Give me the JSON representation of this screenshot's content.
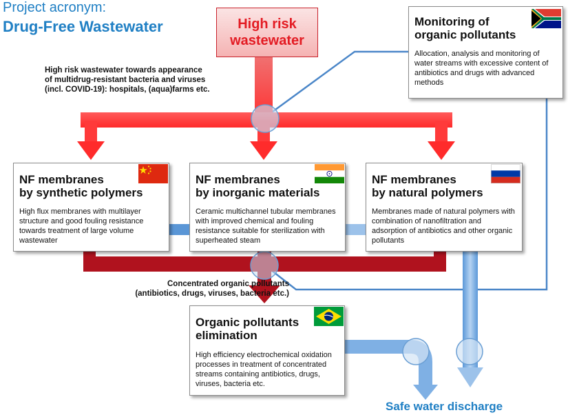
{
  "project": {
    "acronym_label": "Project acronym:",
    "acronym_name": "Drug-Free Wastewater"
  },
  "source": {
    "title_lines": [
      "High risk",
      "wastewater"
    ]
  },
  "notes": {
    "inflow_lines": [
      "High risk wastewater towards appearance",
      "of multidrug-resistant bacteria and viruses",
      "(incl. COVID-19): hospitals, (aqua)farms  etc."
    ],
    "concentrate_lines": [
      "Concentrated organic pollutants",
      "(antibiotics, drugs, viruses, bacteria etc.)"
    ]
  },
  "monitoring": {
    "title_lines": [
      "Monitoring of",
      "organic pollutants"
    ],
    "body": "Allocation, analysis and monitoring of water streams with excessive  content of antibiotics and drugs with advanced methods",
    "flag": "south-africa-flag"
  },
  "membranes": [
    {
      "title_lines": [
        "NF membranes",
        "by synthetic polymers"
      ],
      "body": "High flux membranes with multilayer structure and good fouling resistance towards treatment of large volume wastewater",
      "flag": "china-flag"
    },
    {
      "title_lines": [
        "NF membranes",
        "by inorganic materials"
      ],
      "body": "Ceramic multichannel tubular membranes with improved chemical and fouling resistance suitable for sterilization with superheated steam",
      "flag": "india-flag"
    },
    {
      "title_lines": [
        "NF membranes",
        "by natural polymers"
      ],
      "body": "Membranes made of natural polymers with combination of  nanofiltration and adsorption of antibiotics and other organic pollutants",
      "flag": "russia-flag"
    }
  ],
  "elimination": {
    "title_lines": [
      "Organic pollutants",
      "elimination"
    ],
    "body": "High efficiency electrochemical oxidation processes in treatment of concentrated streams  containing antibiotics, drugs, viruses, bacteria etc.",
    "flag": "brazil-flag"
  },
  "outflow": {
    "label": "Safe water discharge"
  },
  "colors": {
    "risk_red": "#e31b23",
    "concentrate_red": "#b0121e",
    "water_blue": "#6fa8e0",
    "title_blue": "#1f7fc4",
    "monitor_line": "#4a86c8"
  }
}
